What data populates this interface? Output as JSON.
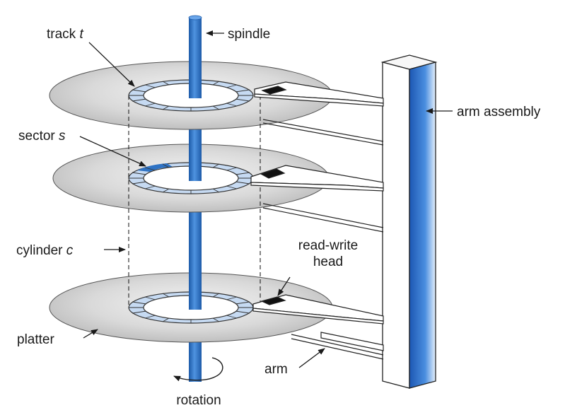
{
  "labels": {
    "track_word": "track",
    "track_var": "t",
    "spindle": "spindle",
    "arm_assembly": "arm assembly",
    "sector_word": "sector",
    "sector_var": "s",
    "cylinder_word": "cylinder",
    "cylinder_var": "c",
    "read_write_line1": "read-write",
    "read_write_line2": "head",
    "platter": "platter",
    "arm": "arm",
    "rotation": "rotation"
  },
  "colors": {
    "spindle_blue": "#2f73c4",
    "track_fill": "#c6daf2",
    "platter_gray": "#c9c9c9",
    "head_black": "#111111"
  },
  "icons": [
    "rotation-arrow-icon"
  ]
}
